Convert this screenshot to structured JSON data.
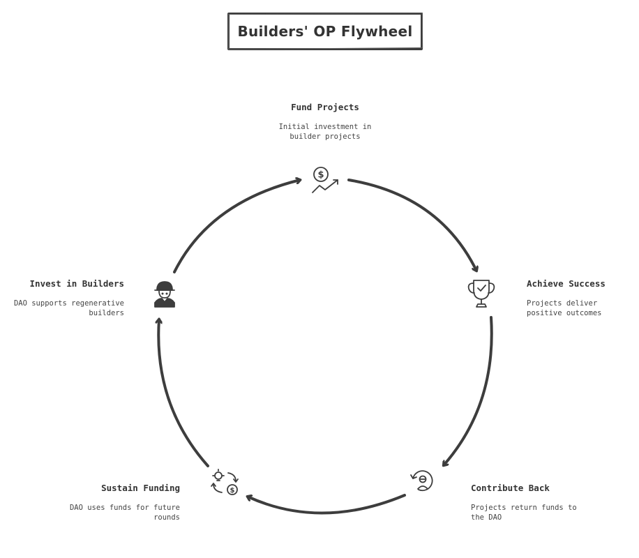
{
  "title": "Builders' OP Flywheel",
  "stages": [
    {
      "heading": "Fund Projects",
      "description": "Initial investment in builder projects",
      "icon": "investment-growth-icon"
    },
    {
      "heading": "Achieve Success",
      "description": "Projects deliver positive outcomes",
      "icon": "trophy-icon"
    },
    {
      "heading": "Contribute Back",
      "description": "Projects return funds to the DAO",
      "icon": "return-funds-icon"
    },
    {
      "heading": "Sustain Funding",
      "description": "DAO uses funds for future rounds",
      "icon": "funding-cycle-icon"
    },
    {
      "heading": "Invest in Builders",
      "description": "DAO supports regenerative builders",
      "icon": "builder-worker-icon"
    }
  ],
  "colors": {
    "stroke": "#3d3d3d",
    "text": "#333333",
    "background": "#ffffff"
  }
}
